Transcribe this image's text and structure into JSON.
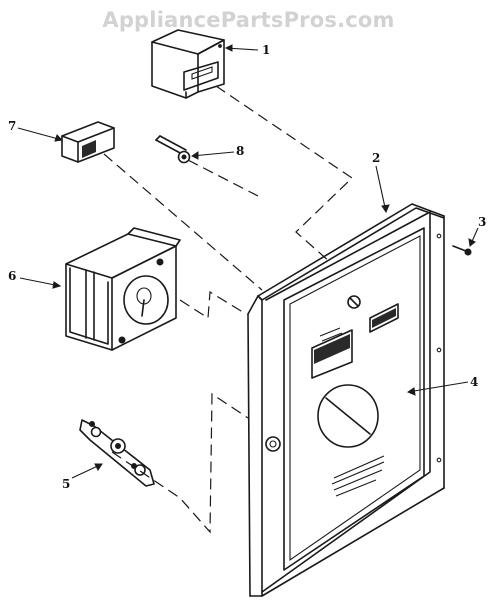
{
  "watermark": "AppliancePartsPros.com",
  "callouts": {
    "c1": "1",
    "c2": "2",
    "c3": "3",
    "c4": "4",
    "c5": "5",
    "c6": "6",
    "c7": "7",
    "c8": "8"
  }
}
